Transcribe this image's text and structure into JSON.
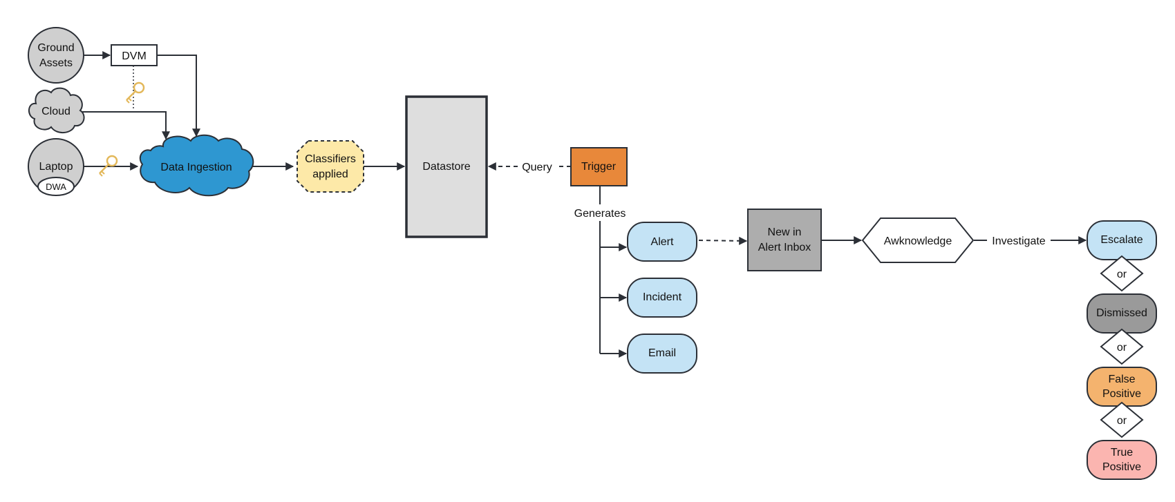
{
  "colors": {
    "gray_node": "#cfcfcf",
    "cloud_gray": "#d0d0d0",
    "ingestion_blue": "#2e97d1",
    "classifier_yellow": "#fde9a8",
    "datastore_gray": "#dedede",
    "trigger_orange": "#e8883a",
    "pill_blue": "#c4e3f5",
    "inbox_gray": "#adadad",
    "dismissed_gray": "#9a9a9a",
    "false_orange": "#f4b36e",
    "true_pink": "#fbb5b0",
    "key_gold": "#e3b85a"
  },
  "icons": [
    "key-icon",
    "key-icon"
  ],
  "nodes": {
    "ground_assets": [
      "Ground",
      "Assets"
    ],
    "dvm": "DVM",
    "cloud": "Cloud",
    "laptop": "Laptop",
    "dwa": "DWA",
    "data_ingestion": "Data Ingestion",
    "classifiers": [
      "Classifiers",
      "applied"
    ],
    "datastore": "Datastore",
    "trigger": "Trigger",
    "alert": "Alert",
    "incident": "Incident",
    "email": "Email",
    "new_in_alert_inbox": [
      "New in",
      "Alert Inbox"
    ],
    "awknowledge": "Awknowledge",
    "escalate": "Escalate",
    "dismissed": "Dismissed",
    "false_positive": [
      "False",
      "Positive"
    ],
    "true_positive": [
      "True",
      "Positive"
    ],
    "or_1": "or",
    "or_2": "or",
    "or_3": "or"
  },
  "edge_labels": {
    "query": "Query",
    "generates": "Generates",
    "investigate": "Investigate"
  }
}
